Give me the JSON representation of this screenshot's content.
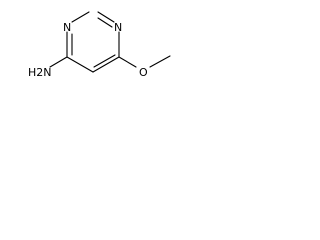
{
  "molecule": {
    "atom_labels": {
      "n1": "N",
      "n2": "N",
      "nh2": "H2N",
      "oxygen": "O"
    },
    "line_color": "#000000",
    "background": "#ffffff"
  }
}
